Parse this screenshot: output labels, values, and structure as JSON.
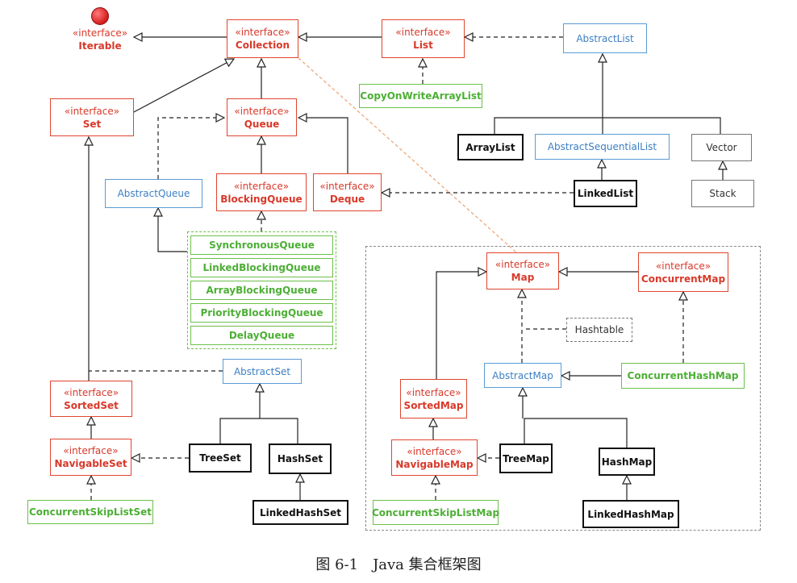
{
  "caption": "图 6-1　Java 集合框架图",
  "colors": {
    "interface": "#e0452f",
    "abstract": "#5b9bd5",
    "concurrent": "#6cc04a",
    "concrete": "#111111",
    "legacy": "#777777"
  },
  "nodes": {
    "iterable": {
      "stereotype": "«interface»",
      "name": "Iterable"
    },
    "collection": {
      "stereotype": "«interface»",
      "name": "Collection"
    },
    "list": {
      "stereotype": "«interface»",
      "name": "List"
    },
    "abstract_list": {
      "name": "AbstractList"
    },
    "copy_on_write_array_list": {
      "name": "CopyOnWriteArrayList"
    },
    "set": {
      "stereotype": "«interface»",
      "name": "Set"
    },
    "queue": {
      "stereotype": "«interface»",
      "name": "Queue"
    },
    "array_list": {
      "name": "ArrayList"
    },
    "abstract_sequential_list": {
      "name": "AbstractSequentialList"
    },
    "vector": {
      "name": "Vector"
    },
    "abstract_queue": {
      "name": "AbstractQueue"
    },
    "blocking_queue": {
      "stereotype": "«interface»",
      "name": "BlockingQueue"
    },
    "deque": {
      "stereotype": "«interface»",
      "name": "Deque"
    },
    "linked_list": {
      "name": "LinkedList"
    },
    "stack": {
      "name": "Stack"
    },
    "blocking_queue_impls": [
      "SynchronousQueue",
      "LinkedBlockingQueue",
      "ArrayBlockingQueue",
      "PriorityBlockingQueue",
      "DelayQueue"
    ],
    "map": {
      "stereotype": "«interface»",
      "name": "Map"
    },
    "concurrent_map": {
      "stereotype": "«interface»",
      "name": "ConcurrentMap"
    },
    "hashtable": {
      "name": "Hashtable"
    },
    "abstract_map": {
      "name": "AbstractMap"
    },
    "concurrent_hash_map": {
      "name": "ConcurrentHashMap"
    },
    "abstract_set": {
      "name": "AbstractSet"
    },
    "sorted_set": {
      "stereotype": "«interface»",
      "name": "SortedSet"
    },
    "sorted_map": {
      "stereotype": "«interface»",
      "name": "SortedMap"
    },
    "navigable_set": {
      "stereotype": "«interface»",
      "name": "NavigableSet"
    },
    "tree_set": {
      "name": "TreeSet"
    },
    "hash_set": {
      "name": "HashSet"
    },
    "navigable_map": {
      "stereotype": "«interface»",
      "name": "NavigableMap"
    },
    "tree_map": {
      "name": "TreeMap"
    },
    "hash_map": {
      "name": "HashMap"
    },
    "concurrent_skip_list_set": {
      "name": "ConcurrentSkipListSet"
    },
    "linked_hash_set": {
      "name": "LinkedHashSet"
    },
    "concurrent_skip_list_map": {
      "name": "ConcurrentSkipListMap"
    },
    "linked_hash_map": {
      "name": "LinkedHashMap"
    }
  }
}
